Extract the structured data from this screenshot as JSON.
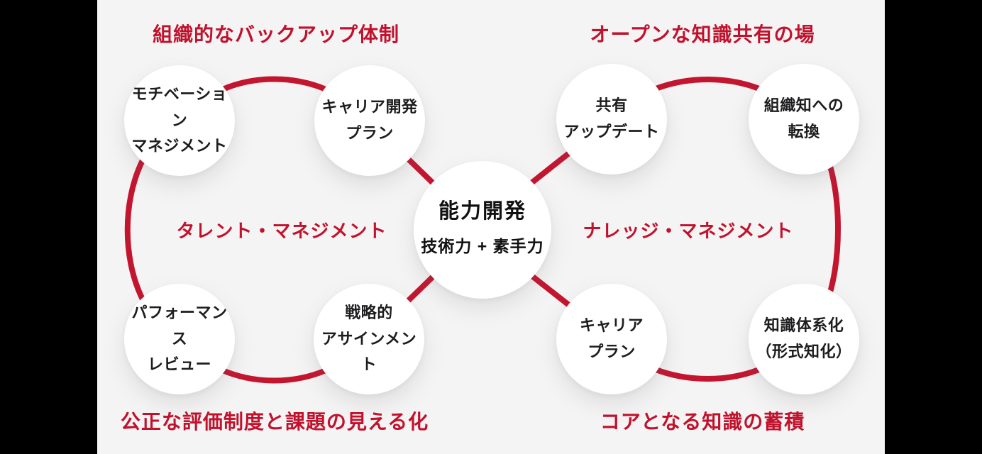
{
  "canvas": {
    "background": "#f5f4f4",
    "side_bar_color": "#000000",
    "loop_line_color": "#c4152f",
    "label_red": "#c1122d",
    "node_text_color": "#1d1d1f"
  },
  "center_node": {
    "title": "能力開発",
    "subtitle": "技術力 + 素手力"
  },
  "left_loop": {
    "top_label": "組織的なバックアップ体制",
    "ring_label": "タレント・マネジメント",
    "bottom_label": "公正な評価制度と課題の見える化",
    "nodes": [
      {
        "lines": [
          "モチベーション",
          "マネジメント"
        ]
      },
      {
        "lines": [
          "キャリア開発",
          "プラン"
        ]
      },
      {
        "lines": [
          "パフォーマンス",
          "レビュー"
        ]
      },
      {
        "lines": [
          "戦略的",
          "アサインメント"
        ]
      }
    ]
  },
  "right_loop": {
    "top_label": "オープンな知識共有の場",
    "ring_label": "ナレッジ・マネジメント",
    "bottom_label": "コアとなる知識の蓄積",
    "nodes": [
      {
        "lines": [
          "共有",
          "アップデート"
        ]
      },
      {
        "lines": [
          "組織知への",
          "転換"
        ]
      },
      {
        "lines": [
          "キャリア",
          "プラン"
        ]
      },
      {
        "lines": [
          "知識体系化",
          "（形式知化）"
        ]
      }
    ]
  }
}
